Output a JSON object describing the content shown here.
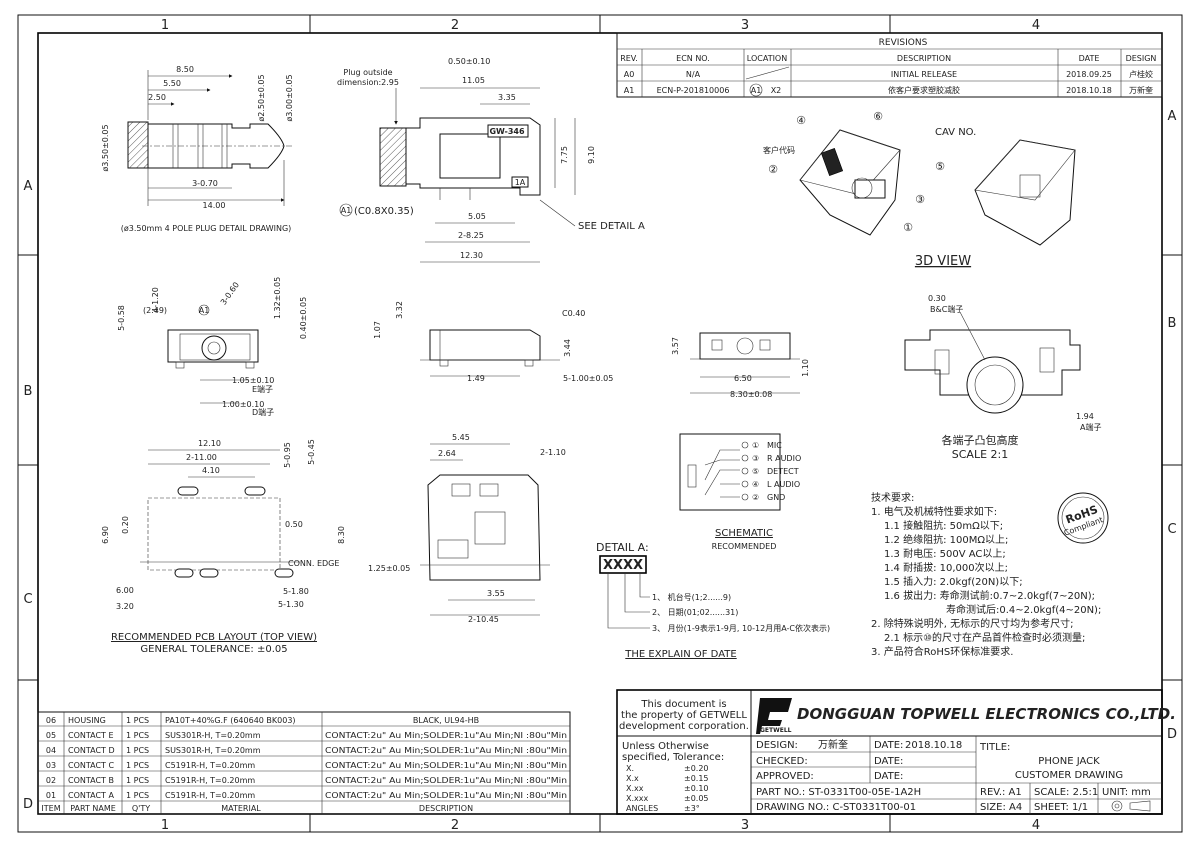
{
  "frame": {
    "cols": [
      "1",
      "2",
      "3",
      "4"
    ],
    "rows": [
      "A",
      "B",
      "C",
      "D"
    ]
  },
  "revisions": {
    "title": "REVISIONS",
    "headers": [
      "REV.",
      "ECN NO.",
      "LOCATION",
      "DESCRIPTION",
      "DATE",
      "DESIGN"
    ],
    "rows": [
      {
        "rev": "A0",
        "ecn": "N/A",
        "loc": "",
        "desc": "INITIAL RELEASE",
        "date": "2018.09.25",
        "design": "卢桂姣"
      },
      {
        "rev": "A1",
        "ecn": "ECN-P-201810006",
        "loc": "X2",
        "loc_mark": "A1",
        "desc": "依客户要求塑胶减胶",
        "date": "2018.10.18",
        "design": "万新奎"
      }
    ]
  },
  "plug": {
    "dims": [
      "8.50",
      "5.50",
      "2.50",
      "ø3.50±0.05",
      "ø2.50±0.05",
      "ø3.00±0.05",
      "3-0.70",
      "14.00"
    ],
    "caption": "(ø3.50mm 4 POLE PLUG DETAIL DRAWING)"
  },
  "side_view": {
    "plug_note1": "Plug outside",
    "plug_note2": "dimension:2.95",
    "dims": [
      "0.50±0.10",
      "11.05",
      "3.35",
      "7.75",
      "9.10",
      "5.05",
      "2-8.25",
      "12.30"
    ],
    "label_gw": "GW-346",
    "label_1a": "1A",
    "chamfer": "(C0.8X0.35)",
    "chamfer_mark": "A1",
    "detail": "SEE DETAIL A"
  },
  "view3d": {
    "callouts": [
      "①",
      "②",
      "③",
      "④",
      "⑤",
      "⑥"
    ],
    "cav": "CAV NO.",
    "customer_code": "客户代码",
    "caption": "3D VIEW"
  },
  "front_view": {
    "dims": [
      "5-0.58",
      "4-1.20",
      "(2.49)",
      "3-0.60",
      "1.32±0.05",
      "0.40±0.05",
      "1.05±0.10",
      "1.00±0.10"
    ],
    "mark": "A1",
    "e_term": "E端子",
    "d_term": "D端子"
  },
  "bottom_side": {
    "dims": [
      "3.32",
      "1.07",
      "C0.40",
      "3.44",
      "1.49",
      "5-1.00±0.05"
    ]
  },
  "end_view": {
    "dims": [
      "3.57",
      "1.10",
      "6.50",
      "8.30±0.08"
    ]
  },
  "detail_view": {
    "dims": [
      "0.30",
      "1.94"
    ],
    "bc_term": "B&C端子",
    "a_term": "A端子",
    "caption1": "各端子凸包高度",
    "caption2": "SCALE 2:1"
  },
  "pcb": {
    "dims": [
      "12.10",
      "2-11.00",
      "4.10",
      "5-0.95",
      "5-0.45",
      "6.90",
      "0.20",
      "0.50",
      "8.30",
      "6.00",
      "3.20",
      "5-1.80",
      "5-1.30"
    ],
    "edge": "CONN. EDGE",
    "caption1": "RECOMMENDED PCB LAYOUT (TOP VIEW)",
    "caption2": "GENERAL TOLERANCE: ±0.05"
  },
  "top_view": {
    "dims": [
      "5.45",
      "2.64",
      "2-1.10",
      "1.25±0.05",
      "3.55",
      "2-10.45"
    ]
  },
  "schematic": {
    "pins": [
      {
        "num": "①",
        "label": "MIC"
      },
      {
        "num": "③",
        "label": "R AUDIO"
      },
      {
        "num": "⑤",
        "label": "DETECT"
      },
      {
        "num": "④",
        "label": "L AUDIO"
      },
      {
        "num": "②",
        "label": "GND"
      }
    ],
    "caption1": "SCHEMATIC",
    "caption2": "RECOMMENDED"
  },
  "detail_a": {
    "title": "DETAIL A:",
    "code": "XXXX",
    "lines": [
      "1、 机台号(1;2......9)",
      "2、 日期(01;02......31)",
      "3、 月份(1-9表示1-9月, 10-12月用A-C依次表示)"
    ],
    "caption": "THE EXPLAIN OF DATE"
  },
  "requirements": {
    "title": "技术要求:",
    "lines": [
      "1.  电气及机械特性要求如下:",
      "1.1  接触阻抗: 50mΩ以下;",
      "1.2  绝缘阻抗: 100MΩ以上;",
      "1.3  耐电压: 500V AC以上;",
      "1.4  耐插拔: 10,000次以上;",
      "1.5  插入力: 2.0kgf(20N)以下;",
      "1.6  拔出力: 寿命测试前:0.7~2.0kgf(7~20N);",
      "寿命测试后:0.4~2.0kgf(4~20N);",
      "2.  除特殊说明外, 无标示的尺寸均为参考尺寸;",
      "2.1  标示⑩的尺寸在产品首件检查时必须测量;",
      "3.  产品符合RoHS环保标准要求."
    ],
    "rohs": "RoHS",
    "rohs_sub": "Compliant"
  },
  "bom": {
    "headers": [
      "ITEM",
      "PART NAME",
      "Q'TY",
      "MATERIAL",
      "DESCRIPTION"
    ],
    "rows": [
      {
        "item": "06",
        "name": "HOUSING",
        "qty": "1 PCS",
        "material": "PA10T+40%G.F (640640 BK003)",
        "desc": "BLACK, UL94-HB"
      },
      {
        "item": "05",
        "name": "CONTACT E",
        "qty": "1 PCS",
        "material": "SUS301R-H, T=0.20mm",
        "desc": "CONTACT:2u\" Au Min;SOLDER:1u\"Au Min;NI :80u\"Min"
      },
      {
        "item": "04",
        "name": "CONTACT D",
        "qty": "1 PCS",
        "material": "SUS301R-H, T=0.20mm",
        "desc": "CONTACT:2u\" Au Min;SOLDER:1u\"Au Min;NI :80u\"Min"
      },
      {
        "item": "03",
        "name": "CONTACT C",
        "qty": "1 PCS",
        "material": "C5191R-H, T=0.20mm",
        "desc": "CONTACT:2u\" Au Min;SOLDER:1u\"Au Min;NI :80u\"Min"
      },
      {
        "item": "02",
        "name": "CONTACT B",
        "qty": "1 PCS",
        "material": "C5191R-H, T=0.20mm",
        "desc": "CONTACT:2u\" Au Min;SOLDER:1u\"Au Min;NI :80u\"Min"
      },
      {
        "item": "01",
        "name": "CONTACT A",
        "qty": "1 PCS",
        "material": "C5191R-H, T=0.20mm",
        "desc": "CONTACT:2u\" Au Min;SOLDER:1u\"Au Min;NI :80u\"Min"
      }
    ]
  },
  "title_block": {
    "property": [
      "This document is",
      "the property of GETWELL",
      "development corporation."
    ],
    "company": "DONGGUAN TOPWELL ELECTRONICS CO.,LTD.",
    "logo_text": "GETWELL",
    "tolerance_title": [
      "Unless Otherwise",
      "specified, Tolerance:"
    ],
    "tolerances": [
      {
        "k": "X.",
        "v": "±0.20"
      },
      {
        "k": "X.x",
        "v": "±0.15"
      },
      {
        "k": "X.xx",
        "v": "±0.10"
      },
      {
        "k": "X.xxx",
        "v": "±0.05"
      },
      {
        "k": "ANGLES",
        "v": "±3°"
      }
    ],
    "design_label": "DESIGN:",
    "design_value": "万新奎",
    "checked_label": "CHECKED:",
    "approved_label": "APPROVED:",
    "date_label": "DATE:",
    "date_value": "2018.10.18",
    "title_label": "TITLE:",
    "title1": "PHONE JACK",
    "title2": "CUSTOMER DRAWING",
    "part_no": "PART NO.: ST-0331T00-05E-1A2H",
    "drawing_no": "DRAWING NO.: C-ST0331T00-01",
    "rev": "REV.: A1",
    "scale": "SCALE: 2.5:1",
    "unit": "UNIT: mm",
    "size": "SIZE: A4",
    "sheet": "SHEET: 1/1"
  }
}
